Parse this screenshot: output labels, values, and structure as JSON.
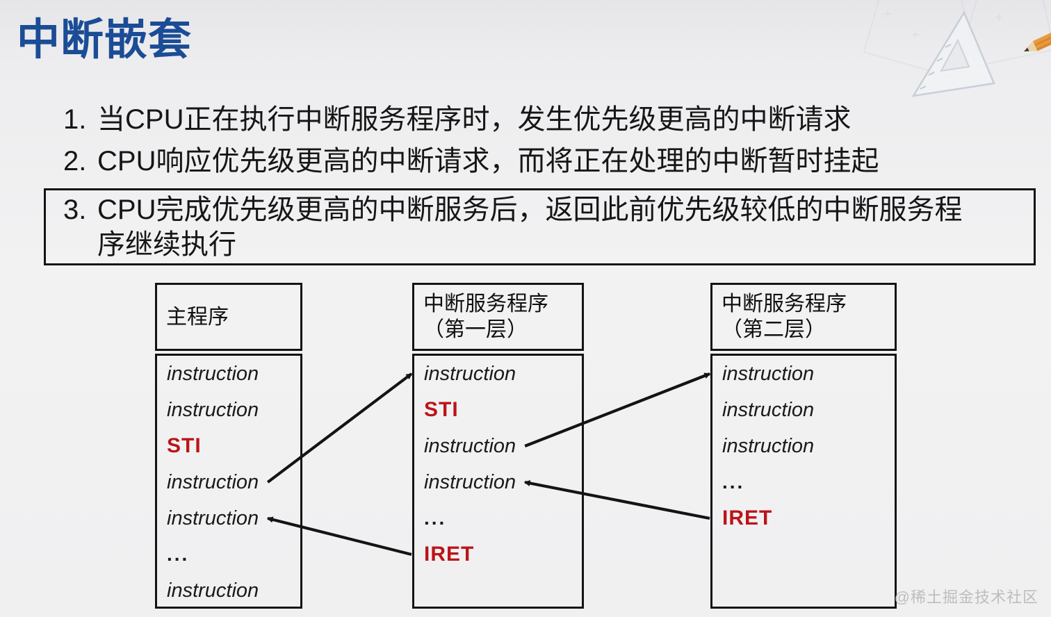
{
  "title": "中断嵌套",
  "watermark": "@稀土掘金技术社区",
  "colors": {
    "title_blue": "#1b4c96",
    "keyword_red": "#bb1419",
    "line_black": "#141414",
    "watermark_gray": "#bdbdbd",
    "pencil_orange": "#e79b3f"
  },
  "list": [
    {
      "num": "1.",
      "text": "当CPU正在执行中断服务程序时，发生优先级更高的中断请求",
      "boxed": false
    },
    {
      "num": "2.",
      "text": "CPU响应优先级更高的中断请求，而将正在处理的中断暂时挂起",
      "boxed": false
    },
    {
      "num": "3.",
      "text": "CPU完成优先级更高的中断服务后，返回此前优先级较低的中断服务程序继续执行",
      "boxed": true
    }
  ],
  "diagram": {
    "columns": [
      {
        "id": "main-program",
        "header": [
          "主程序"
        ],
        "rows": [
          {
            "text": "instruction",
            "style": "instr"
          },
          {
            "text": "instruction",
            "style": "instr"
          },
          {
            "text": "STI",
            "style": "keyword"
          },
          {
            "text": "instruction",
            "style": "instr"
          },
          {
            "text": "instruction",
            "style": "instr"
          },
          {
            "text": "...",
            "style": "dots"
          },
          {
            "text": "instruction",
            "style": "instr"
          }
        ]
      },
      {
        "id": "isr-level-1",
        "header": [
          "中断服务程序",
          "（第一层）"
        ],
        "rows": [
          {
            "text": "instruction",
            "style": "instr"
          },
          {
            "text": "STI",
            "style": "keyword"
          },
          {
            "text": "instruction",
            "style": "instr"
          },
          {
            "text": "instruction",
            "style": "instr"
          },
          {
            "text": "...",
            "style": "dots"
          },
          {
            "text": "IRET",
            "style": "keyword"
          }
        ]
      },
      {
        "id": "isr-level-2",
        "header": [
          "中断服务程序",
          "（第二层）"
        ],
        "rows": [
          {
            "text": "instruction",
            "style": "instr"
          },
          {
            "text": "instruction",
            "style": "instr"
          },
          {
            "text": "instruction",
            "style": "instr"
          },
          {
            "text": "...",
            "style": "dots"
          },
          {
            "text": "IRET",
            "style": "keyword"
          }
        ]
      }
    ],
    "arrows": [
      {
        "from": {
          "col": 0,
          "row": 3,
          "anchor": "text-right"
        },
        "to": {
          "col": 1,
          "row": 0,
          "anchor": "box-left"
        }
      },
      {
        "from": {
          "col": 1,
          "row": 5,
          "anchor": "box-left"
        },
        "to": {
          "col": 0,
          "row": 4,
          "anchor": "text-right"
        }
      },
      {
        "from": {
          "col": 1,
          "row": 2,
          "anchor": "text-right"
        },
        "to": {
          "col": 2,
          "row": 0,
          "anchor": "box-left"
        }
      },
      {
        "from": {
          "col": 2,
          "row": 4,
          "anchor": "box-left"
        },
        "to": {
          "col": 1,
          "row": 3,
          "anchor": "text-right"
        }
      }
    ]
  }
}
